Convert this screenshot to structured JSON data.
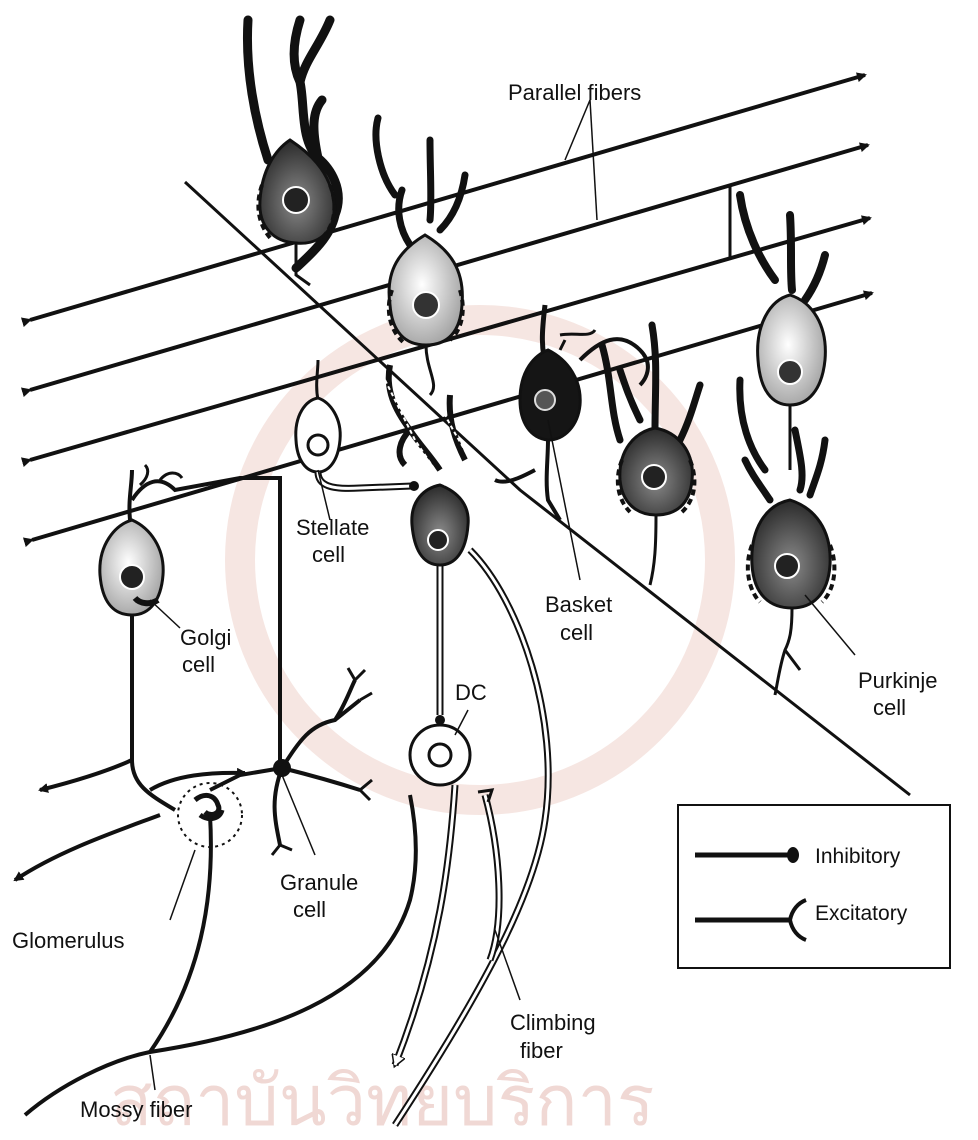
{
  "labels": {
    "parallel_fibers": "Parallel fibers",
    "stellate_1": "Stellate",
    "stellate_2": "cell",
    "golgi_1": "Golgi",
    "golgi_2": "cell",
    "basket_1": "Basket",
    "basket_2": "cell",
    "purkinje_1": "Purkinje",
    "purkinje_2": "cell",
    "dc": "DC",
    "granule_1": "Granule",
    "granule_2": "cell",
    "glomerulus": "Glomerulus",
    "climbing_1": "Climbing",
    "climbing_2": "fiber",
    "mossy": "Mossy fiber"
  },
  "legend": {
    "inhibitory": "Inhibitory",
    "excitatory": "Excitatory"
  },
  "watermark": "สถาบันวิทยบริการ",
  "colors": {
    "ink": "#111111",
    "cell_gray": "#555555",
    "background": "#ffffff",
    "watermark": "#f0d8d4"
  }
}
